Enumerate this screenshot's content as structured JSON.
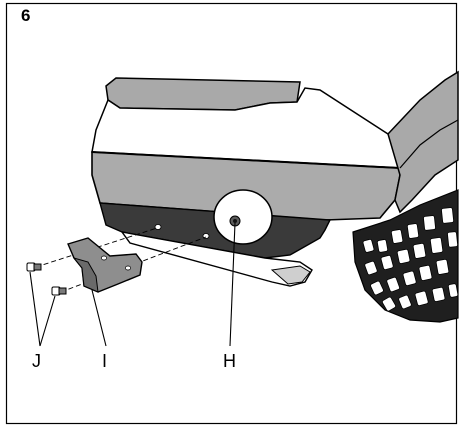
{
  "figure": {
    "number": "6",
    "callouts": {
      "h": "H",
      "i": "I",
      "j": "J"
    }
  },
  "colors": {
    "body_gray": "#a9a9a9",
    "dark_panel": "#3a3a3a",
    "tire": "#1f1f1f",
    "line": "#000000"
  }
}
